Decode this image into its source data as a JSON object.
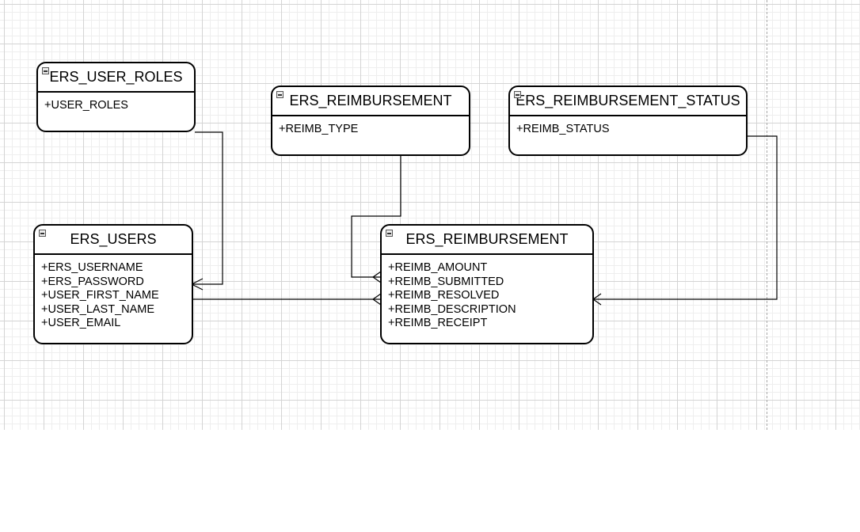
{
  "diagram": {
    "entities": [
      {
        "id": "ers-user-roles",
        "title": "ERS_USER_ROLES",
        "attributes": [
          "+USER_ROLES"
        ]
      },
      {
        "id": "ers-reimbursement-type",
        "title": "ERS_REIMBURSEMENT",
        "attributes": [
          "+REIMB_TYPE"
        ]
      },
      {
        "id": "ers-reimbursement-status",
        "title": "ERS_REIMBURSEMENT_STATUS",
        "attributes": [
          "+REIMB_STATUS"
        ]
      },
      {
        "id": "ers-users",
        "title": "ERS_USERS",
        "attributes": [
          "+ERS_USERNAME",
          "+ERS_PASSWORD",
          "+USER_FIRST_NAME",
          "+USER_LAST_NAME",
          "+USER_EMAIL"
        ]
      },
      {
        "id": "ers-reimbursement",
        "title": "ERS_REIMBURSEMENT",
        "attributes": [
          "+REIMB_AMOUNT",
          "+REIMB_SUBMITTED",
          "+REIMB_RESOLVED",
          "+REIMB_DESCRIPTION",
          "+REIMB_RECEIPT"
        ]
      }
    ],
    "relationships": [
      {
        "from": "ers-user-roles",
        "to": "ers-users",
        "to_end": "many"
      },
      {
        "from": "ers-reimbursement-type",
        "to": "ers-reimbursement",
        "to_end": "many"
      },
      {
        "from": "ers-users",
        "to": "ers-reimbursement",
        "to_end": "many"
      },
      {
        "from": "ers-reimbursement-status",
        "to": "ers-reimbursement",
        "to_end": "many"
      }
    ]
  }
}
